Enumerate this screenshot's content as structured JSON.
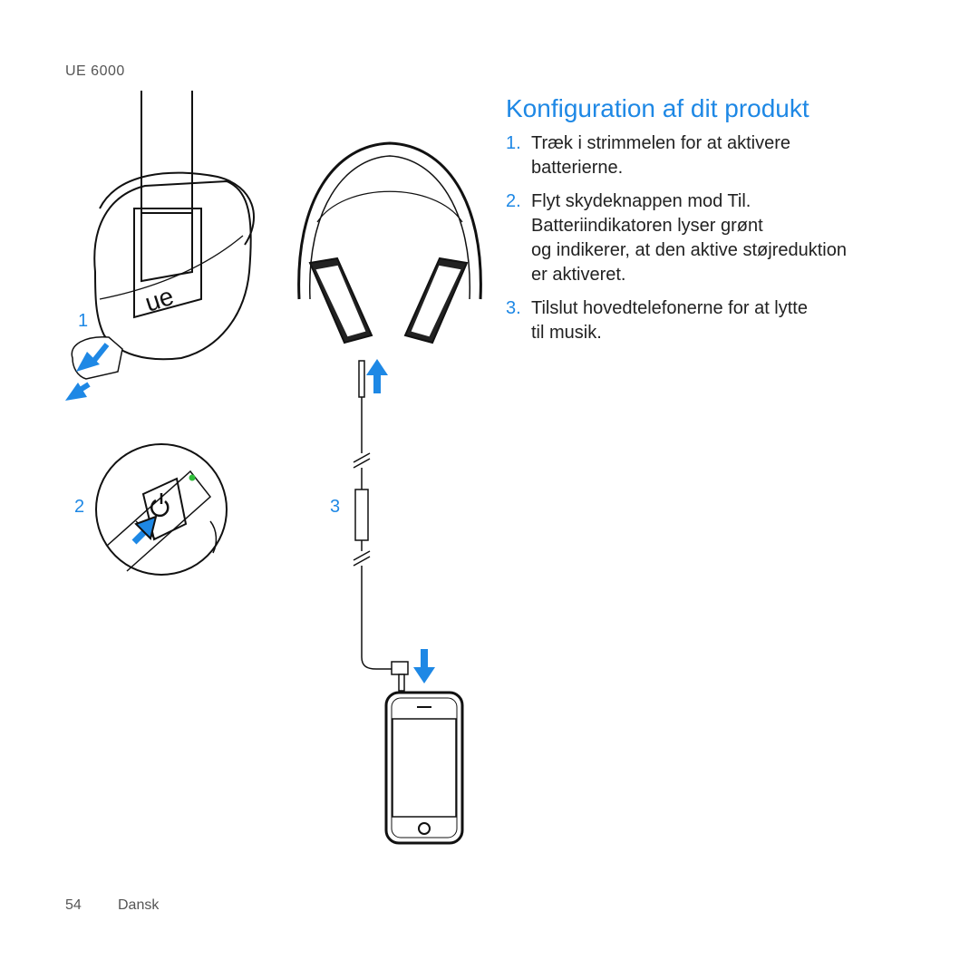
{
  "header": {
    "product_name": "UE 6000"
  },
  "main": {
    "title": "Konfiguration af dit produkt",
    "steps": [
      {
        "number": "1.",
        "lines": [
          "Træk i strimmelen for at aktivere",
          "batterierne."
        ]
      },
      {
        "number": "2.",
        "lines": [
          "Flyt skydeknappen mod Til.",
          "Batteriindikatoren lyser grønt",
          "og indikerer, at den aktive støjreduktion",
          "er aktiveret."
        ]
      },
      {
        "number": "3.",
        "lines": [
          "Tilslut hovedtelefonerne for at lytte",
          "til musik."
        ]
      }
    ]
  },
  "illustration": {
    "step_labels": [
      "1",
      "2",
      "3"
    ],
    "accent_color": "#1e88e5",
    "indicator_color": "#2fbf3a",
    "icons": [
      "headphones-icon",
      "power-icon",
      "audio-jack-icon",
      "phone-icon",
      "arrow-icon"
    ],
    "earcup_logo": "ue"
  },
  "footer": {
    "page_number": "54",
    "language": "Dansk"
  }
}
